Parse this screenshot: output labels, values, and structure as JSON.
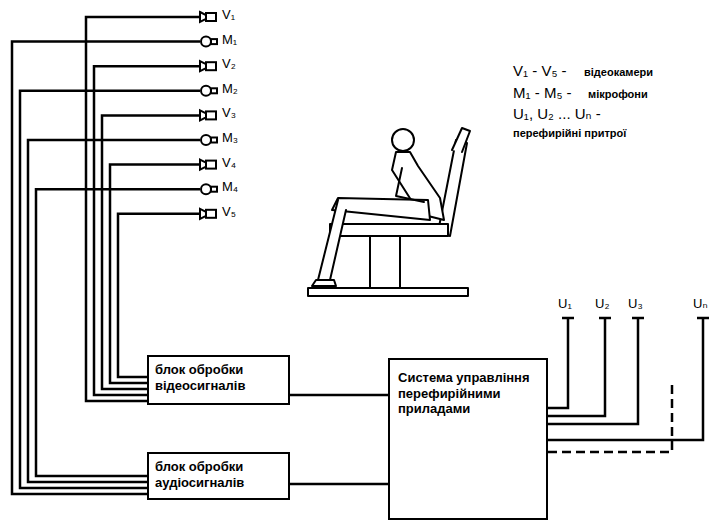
{
  "diagram": {
    "nodes": [
      {
        "text": [
          "блок обробки відеосигналів"
        ]
      },
      {
        "text": [
          "Система управління перефирійними приладами"
        ]
      },
      {
        "text": [
          "блок обробки аудіосигналів"
        ]
      }
    ],
    "edges": [
      {
        "from": 0,
        "to": 1,
        "arrow": "none"
      },
      {
        "from": 2,
        "to": 1,
        "arrow": "none"
      }
    ],
    "labels": [
      "V₁",
      "M₁",
      "V₂",
      "M₂",
      "V₃",
      "M₃",
      "V₄",
      "M₄",
      "V₅",
      "V₁ - V₅ -",
      "відеокамери",
      "M₁ - M₅ -",
      "мікрофони",
      "U₁, U₂ ... Uₙ -",
      "перефирійні притрої",
      "U₁",
      "U₂",
      "U₃",
      "Uₙ"
    ]
  }
}
